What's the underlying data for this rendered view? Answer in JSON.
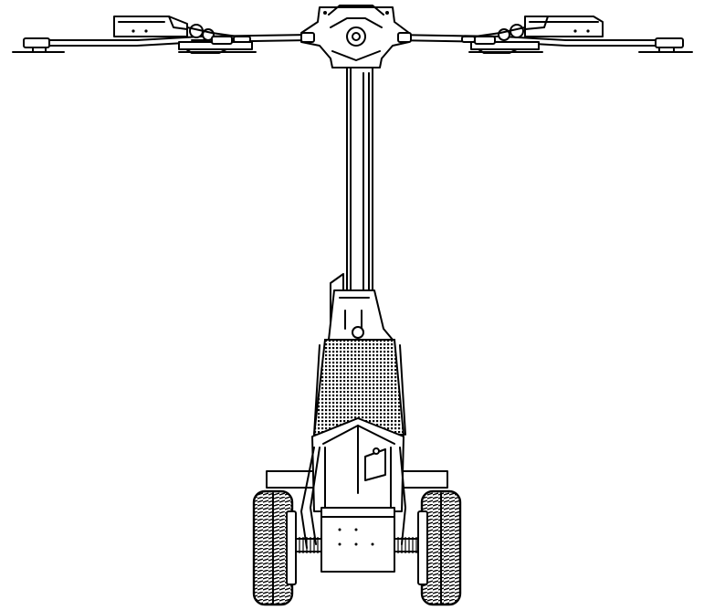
{
  "diagram": {
    "subject": "boom-arm-vehicle-rear-elevation",
    "colors": {
      "line": "#000000",
      "background": "#ffffff"
    },
    "components": [
      "left-boom-arm",
      "right-boom-arm",
      "center-hub",
      "mast",
      "mesh-guard",
      "body-housing",
      "left-wheel",
      "right-wheel"
    ],
    "mesh_rows": 34,
    "mesh_cols": 30,
    "tire_treads": 12
  }
}
